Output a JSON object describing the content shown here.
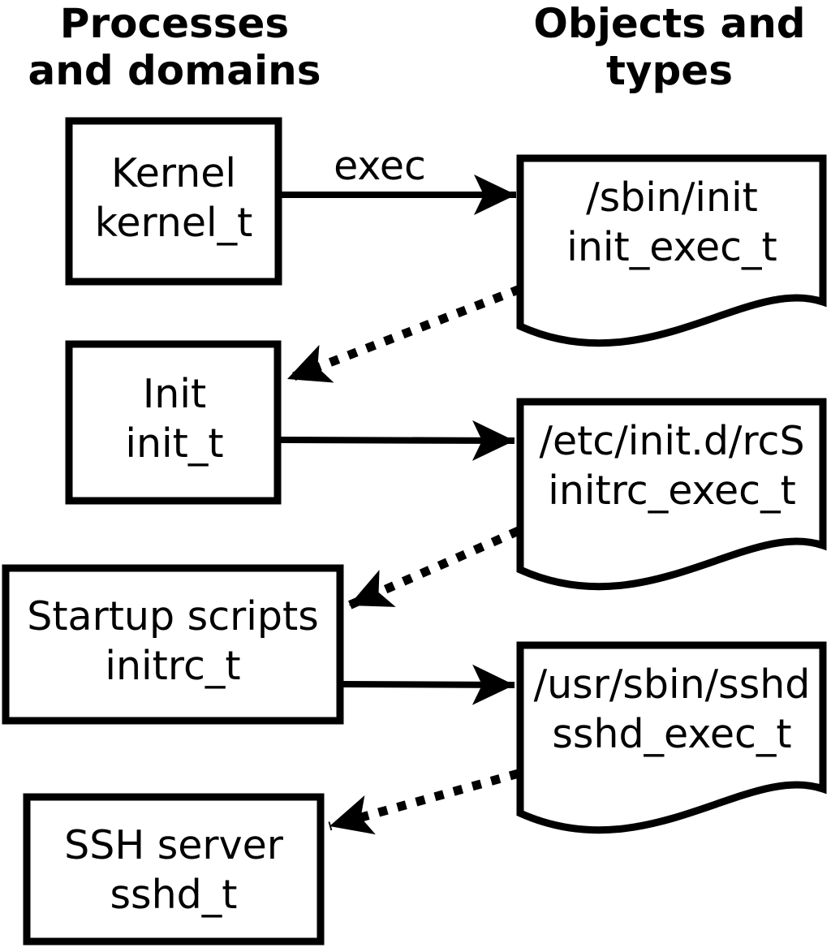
{
  "headers": {
    "left": {
      "line1": "Processes",
      "line2": "and domains"
    },
    "right": {
      "line1": "Objects and",
      "line2": "types"
    }
  },
  "edge_labels": {
    "exec": "exec"
  },
  "processes": [
    {
      "name": "Kernel",
      "type": "kernel_t"
    },
    {
      "name": "Init",
      "type": "init_t"
    },
    {
      "name": "Startup scripts",
      "type": "initrc_t"
    },
    {
      "name": "SSH server",
      "type": "sshd_t"
    }
  ],
  "objects": [
    {
      "path": "/sbin/init",
      "type": "init_exec_t"
    },
    {
      "path": "/etc/init.d/rcS",
      "type": "initrc_exec_t"
    },
    {
      "path": "/usr/sbin/sshd",
      "type": "sshd_exec_t"
    }
  ],
  "colors": {
    "stroke": "#000000",
    "fill": "#ffffff",
    "background": "#ffffff",
    "text": "#000000"
  }
}
